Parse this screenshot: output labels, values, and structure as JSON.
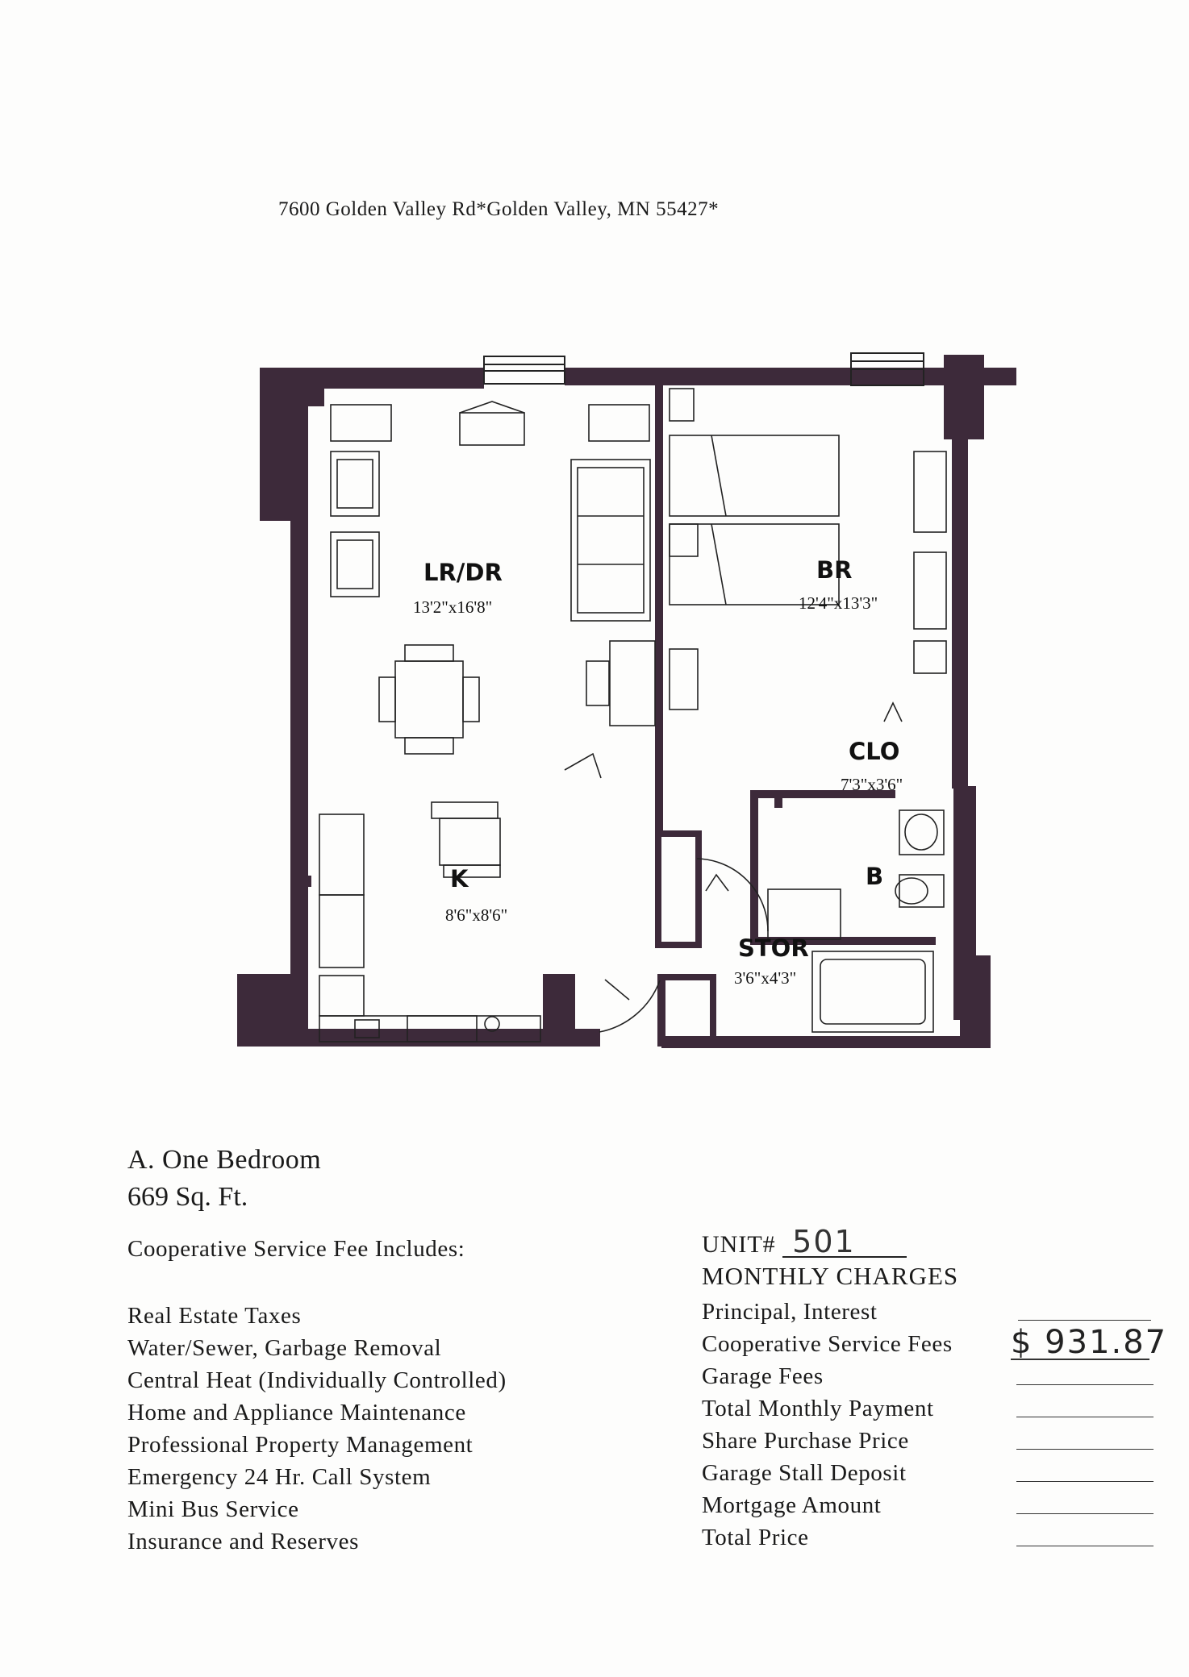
{
  "address": "7600 Golden Valley Rd*Golden Valley, MN  55427*",
  "rooms": {
    "lrdr": {
      "label": "LR/DR",
      "dims": "13'2\"x16'8\""
    },
    "br": {
      "label": "BR",
      "dims": "12'4\"x13'3\""
    },
    "clo": {
      "label": "CLO",
      "dims": "7'3\"x3'6\""
    },
    "k": {
      "label": "K",
      "dims": "8'6\"x8'6\""
    },
    "b": {
      "label": "B"
    },
    "stor": {
      "label": "STOR",
      "dims": "3'6\"x4'3\""
    }
  },
  "unit_type": "A.  One Bedroom",
  "unit_area": "669 Sq. Ft.",
  "includes": {
    "heading": "Cooperative Service Fee Includes:",
    "items": [
      "Real Estate Taxes",
      "Water/Sewer, Garbage Removal",
      "Central Heat (Individually Controlled)",
      "Home and Appliance Maintenance",
      "Professional Property Management",
      "Emergency 24 Hr. Call System",
      "Mini Bus Service",
      "Insurance and Reserves"
    ]
  },
  "unit": {
    "label": "UNIT#",
    "value": "501"
  },
  "charges": {
    "heading": "MONTHLY CHARGES",
    "rows": [
      {
        "label": "Principal, Interest",
        "value": ""
      },
      {
        "label": "Cooperative Service Fees",
        "value": "$ 931.87"
      },
      {
        "label": "Garage Fees",
        "value": ""
      },
      {
        "label": "Total Monthly Payment",
        "value": ""
      },
      {
        "label": "Share Purchase Price",
        "value": ""
      },
      {
        "label": "Garage Stall Deposit",
        "value": ""
      },
      {
        "label": "Mortgage Amount",
        "value": ""
      },
      {
        "label": "Total Price",
        "value": ""
      }
    ]
  },
  "colors": {
    "wall": "#3d2a3a",
    "ink": "#1a1a1a"
  }
}
